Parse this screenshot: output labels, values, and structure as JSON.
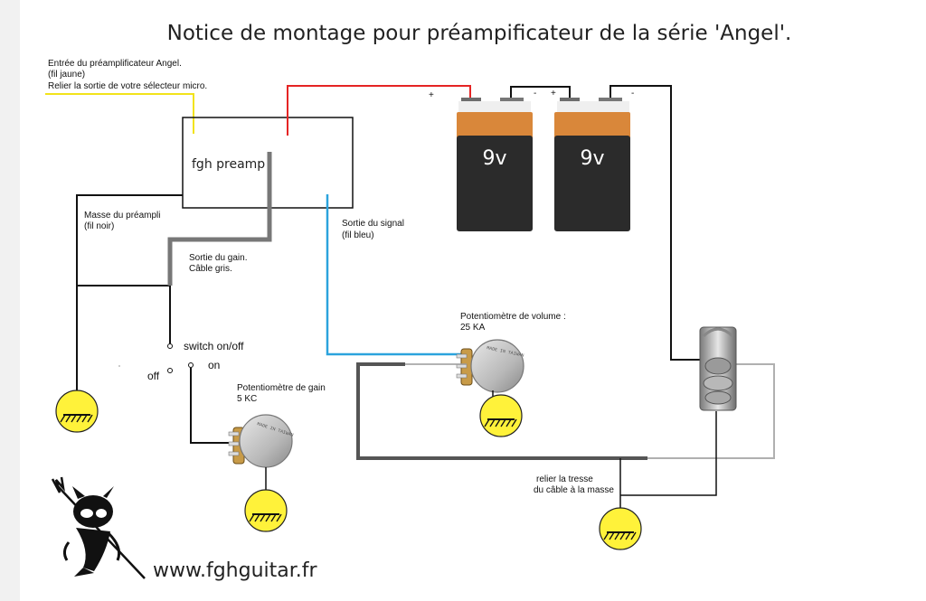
{
  "title": "Notice de montage pour préampificateur de la série 'Angel'.",
  "preamp": {
    "box_label": "fgh preamp",
    "input_note_line1": "Entrée du préamplificateur Angel.",
    "input_note_line2": "(fil jaune)",
    "input_note_line3": "Relier la sortie de votre sélecteur micro.",
    "ground_note_line1": "Masse du préampli",
    "ground_note_line2": "(fil noir)",
    "gain_note_line1": "Sortie du gain.",
    "gain_note_line2": "Câble gris.",
    "signal_note_line1": "Sortie du signal",
    "signal_note_line2": "(fil bleu)"
  },
  "batteries": [
    {
      "label": "9v",
      "plus": "+",
      "minus": "-"
    },
    {
      "label": "9v",
      "plus": "+",
      "minus": "-"
    }
  ],
  "switch": {
    "label": "switch on/off",
    "off_label": "off",
    "on_label": "on"
  },
  "gain_pot": {
    "line1": "Potentiomètre de gain",
    "line2": "5 KC",
    "marking": "MADE IN TAIWAN"
  },
  "volume_pot": {
    "line1": "Potentiomètre de volume :",
    "line2": "25 KA",
    "marking": "MADE IN TAIWAN"
  },
  "braid_note_line1": "relier la tresse",
  "braid_note_line2": "du câble  à la masse",
  "website": "www.fghguitar.fr",
  "colors": {
    "yellow_wire": "#f2e31a",
    "red_wire": "#e52424",
    "blue_wire": "#2ba3dd",
    "gray_wire": "#777777",
    "ground_fill": "#fff23a",
    "battery_orange": "#d9873a",
    "battery_black": "#2b2b2b"
  }
}
